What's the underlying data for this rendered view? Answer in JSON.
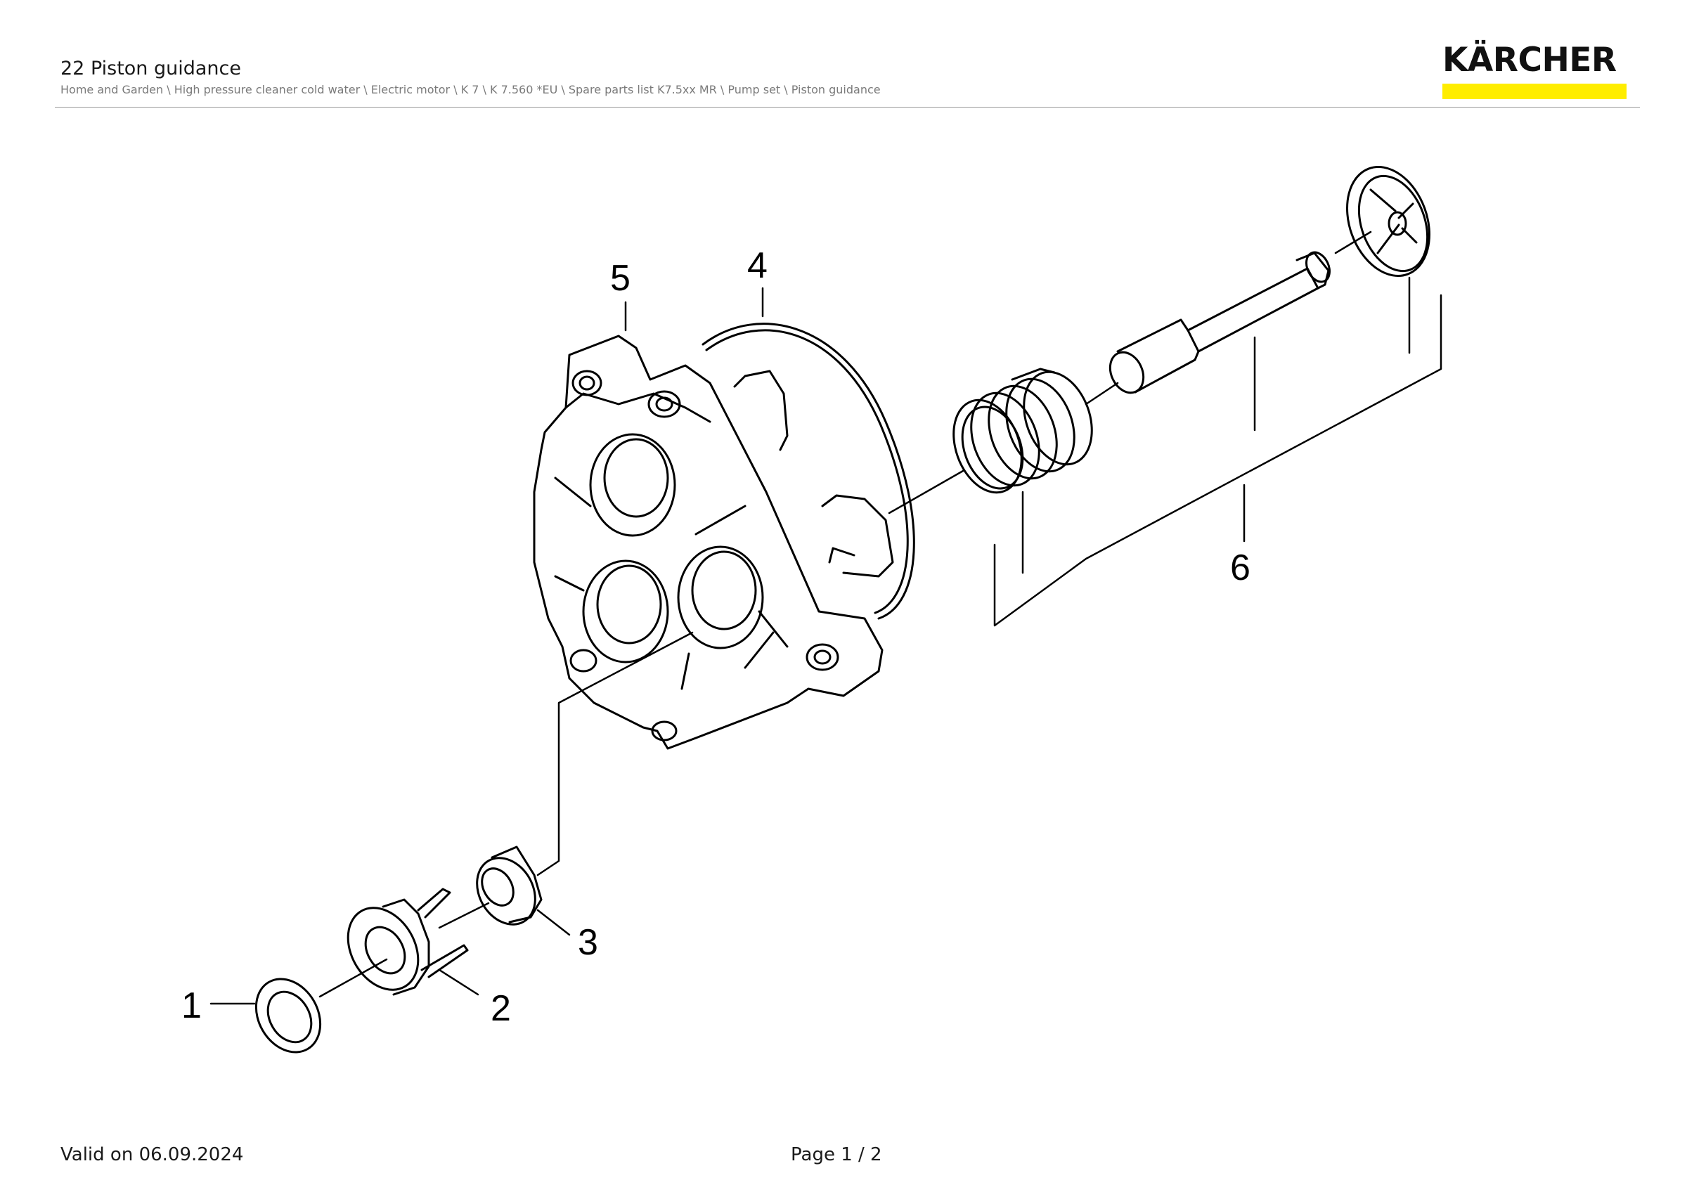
{
  "header": {
    "title": "22 Piston guidance",
    "breadcrumb": "Home and Garden \\ High pressure cleaner cold water \\ Electric motor \\ K 7 \\ K 7.560 *EU \\ Spare parts list K7.5xx MR \\ Pump set \\ Piston guidance"
  },
  "logo": {
    "text": "KÄRCHER",
    "accent_color": "#ffed00"
  },
  "diagram": {
    "callouts": [
      "1",
      "2",
      "3",
      "4",
      "5",
      "6"
    ]
  },
  "footer": {
    "valid": "Valid on 06.09.2024",
    "page": "Page 1 / 2"
  }
}
